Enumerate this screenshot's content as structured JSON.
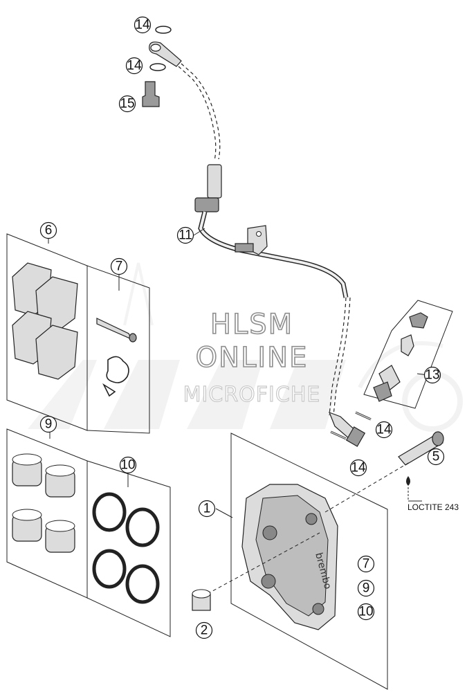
{
  "watermark": {
    "line1": "HLSM",
    "line2": "ONLINE",
    "line3": "MICROFICHE"
  },
  "note": {
    "loctite": "LOCTITE 243"
  },
  "callouts": [
    {
      "label": "14"
    },
    {
      "label": "14"
    },
    {
      "label": "15"
    },
    {
      "label": "11"
    },
    {
      "label": "6"
    },
    {
      "label": "7"
    },
    {
      "label": "13"
    },
    {
      "label": "9"
    },
    {
      "label": "10"
    },
    {
      "label": "14"
    },
    {
      "label": "14"
    },
    {
      "label": "5"
    },
    {
      "label": "1"
    },
    {
      "label": "7"
    },
    {
      "label": "9"
    },
    {
      "label": "10"
    },
    {
      "label": "2"
    }
  ]
}
